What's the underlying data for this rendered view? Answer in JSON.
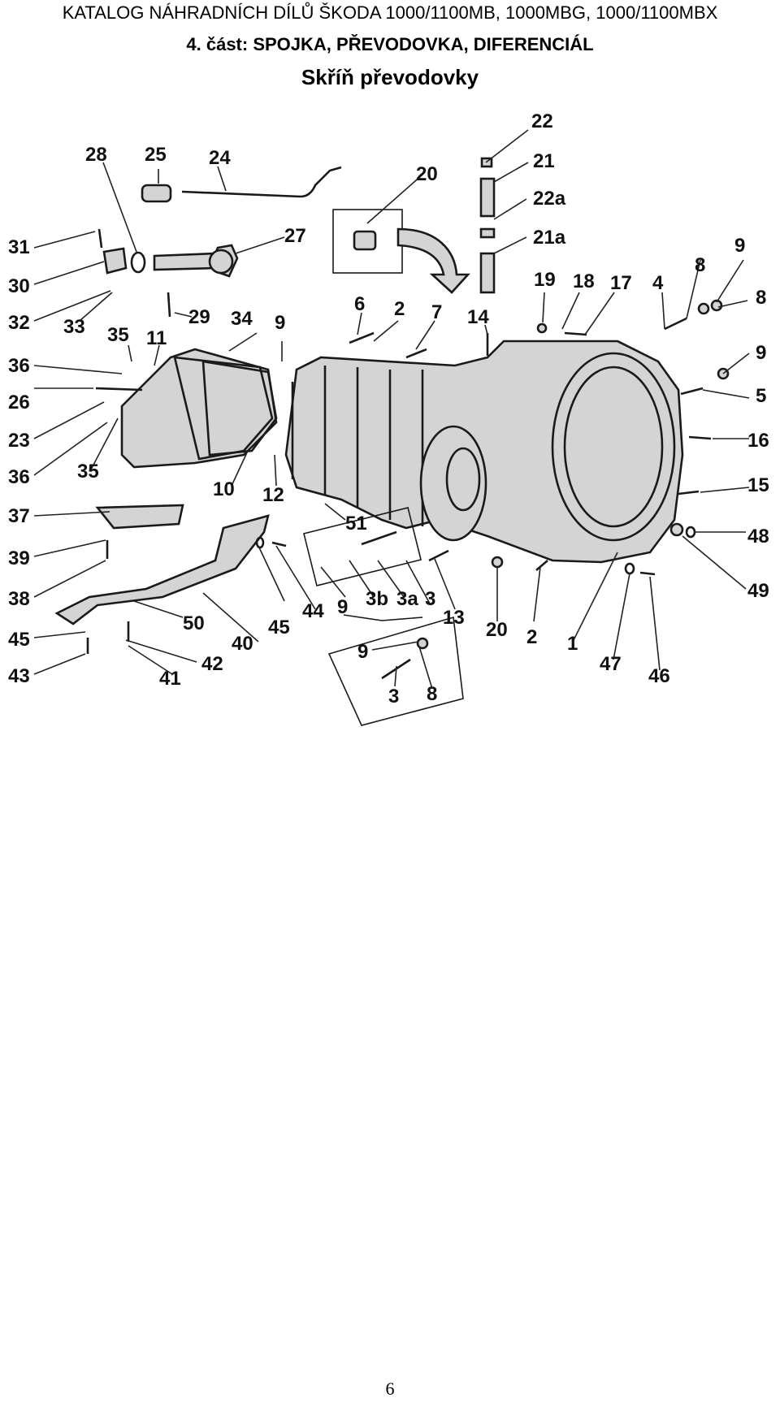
{
  "header": {
    "catalog_title": "KATALOG NÁHRADNÍCH DÍLŮ ŠKODA 1000/1100MB, 1000MBG, 1000/1100MBX",
    "section_title": "4. část: SPOJKA, PŘEVODOVKA, DIFERENCIÁL",
    "page_heading": "Skříň převodovky"
  },
  "diagram": {
    "callouts": [
      "22",
      "21",
      "22a",
      "21a",
      "20",
      "28",
      "25",
      "24",
      "27",
      "31",
      "30",
      "32",
      "33",
      "29",
      "34",
      "35",
      "11",
      "9",
      "6",
      "2",
      "7",
      "14",
      "19",
      "18",
      "17",
      "4",
      "8",
      "9",
      "8",
      "9",
      "5",
      "16",
      "15",
      "36",
      "26",
      "23",
      "36",
      "35",
      "10",
      "12",
      "51",
      "37",
      "39",
      "38",
      "50",
      "45",
      "44",
      "9",
      "3b",
      "3a",
      "3",
      "13",
      "20",
      "2",
      "1",
      "40",
      "45",
      "42",
      "43",
      "41",
      "9",
      "3",
      "8",
      "48",
      "49",
      "47",
      "46"
    ]
  },
  "footer": {
    "page_number": "6"
  }
}
